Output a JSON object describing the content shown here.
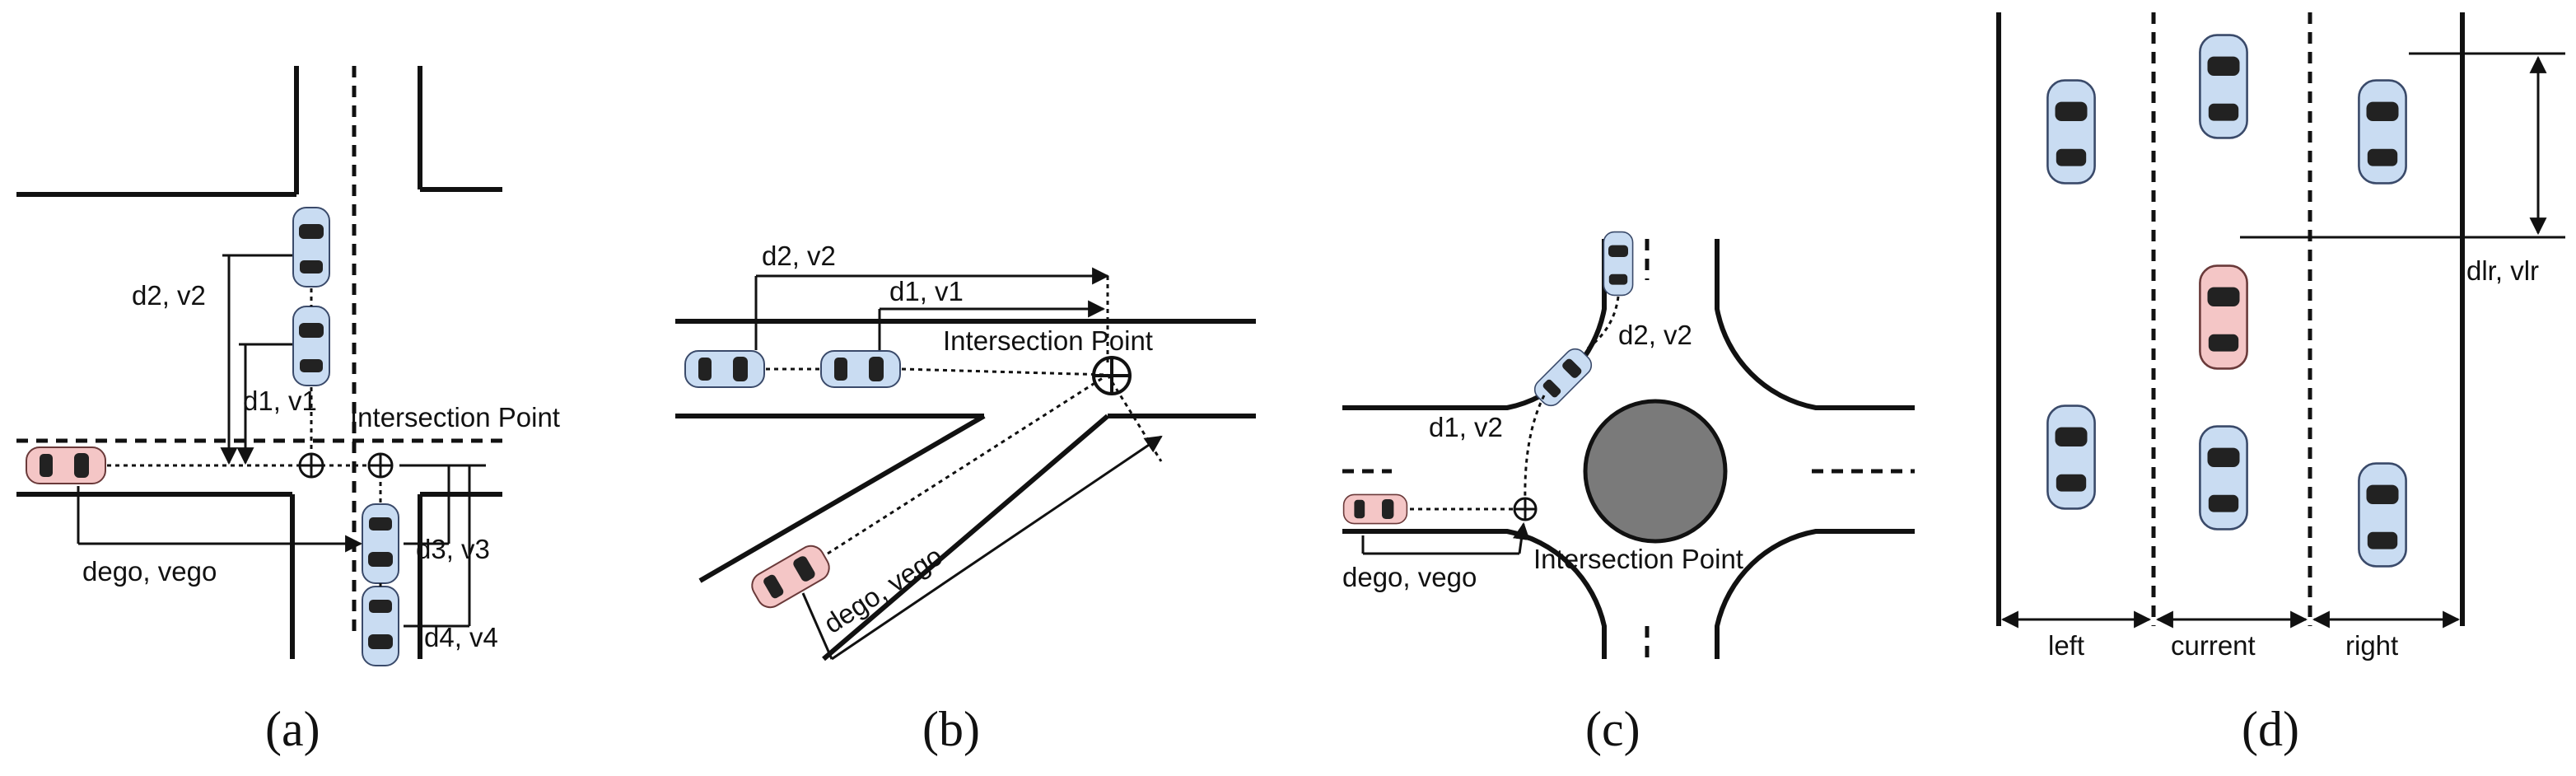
{
  "panels": {
    "a": {
      "caption": "(a)",
      "labels": {
        "d2": "d2, v2",
        "d1": "d1, v1",
        "d3": "d3, v3",
        "d4": "d4, v4",
        "dego": "dego, vego",
        "intersection": "Intersection Point"
      }
    },
    "b": {
      "caption": "(b)",
      "labels": {
        "d2": "d2, v2",
        "d1": "d1, v1",
        "dego": "dego, vego",
        "intersection": "Intersection Point"
      }
    },
    "c": {
      "caption": "(c)",
      "labels": {
        "d2": "d2, v2",
        "d1": "d1, v2",
        "dego": "dego, vego",
        "intersection": "Intersection Point"
      }
    },
    "d": {
      "caption": "(d)",
      "labels": {
        "dlr": "dlr, vlr",
        "left": "left",
        "current": "current",
        "right": "right"
      }
    }
  },
  "colors": {
    "ego_car": "#f4c6c6",
    "other_car": "#c9dcf2",
    "roundabout_center": "#7a7a7a"
  }
}
